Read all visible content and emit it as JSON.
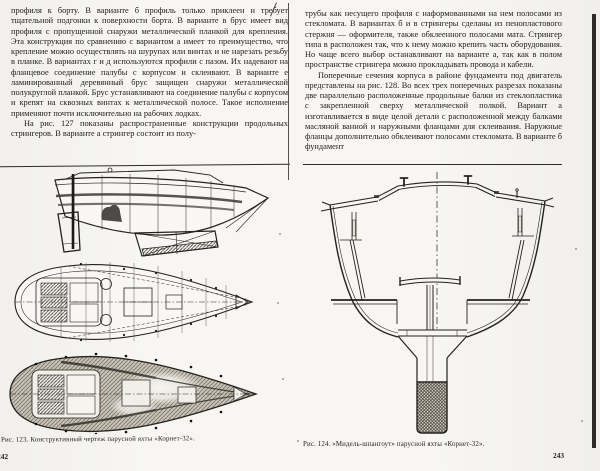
{
  "document": {
    "kind": "scanned book spread",
    "language": "ru"
  },
  "colors": {
    "paper": "#f7f6f2",
    "ink": "#1e1c1a",
    "rule": "#2e2c29",
    "hatch": "#3c362f"
  },
  "left_page": {
    "paragraphs": [
      "профиля к борту. В варианте б профиль только приклеен и требует тщательной подгонки к поверхности борта. В варианте в брус имеет вид профиля с пропущенной снаружи металлической планкой для крепления. Эта конструкция по сравнению с вариантом а имеет то преимущество, что крепление можно осуществлять на шурупах или винтах и не нарезать резьбу в планке. В вариантах г и д используются профили с пазом. Их надевают на фланцевое соединение палубы с корпусом и склеивают. В варианте е ламинированный деревянный брус защищен снаружи металлической полукруглой планкой. Брус устанавливают на соединение палубы с корпусом и крепят на сквозных винтах к металлической полосе. Такое исполнение применяют почти исключительно на рабочих лодках.",
      "На рис. 127 показаны распространенные конструкции продольных стрингеров. В варианте а стрингер состоит из полу-"
    ],
    "figure_caption": "Рис. 123. Конструктивный чертеж парусной яхты «Корнет-32».",
    "page_number": "242"
  },
  "right_page": {
    "paragraphs": [
      "трубы как несущего профиля с наформованными на нем полосами из стекломата. В вариантах б и в стрингеры сделаны из пенопластового стержня — оформителя, также обклеенного полосами мата. Стрингер типа в расположен так, что к нему можно крепить часть оборудования. Но чаще всего выбор останавливают на варианте а, так как в полом пространстве стрингера можно прокладывать провода и кабели.",
      "Поперечные сечения корпуса в районе фундамента под двигатель представлены на рис. 128. Во всех трех поперечных разрезах показаны две параллельно расположенные продольные балки из стеклопластика с закрепленной сверху металлической полкой. Вариант а изготавливается в виде целой детали с расположенной между балками масляной ванной и наружными фланцами для склеивания. Наружные фланцы дополнительно обклеивают полосами стекломата. В варианте б фундамент"
    ],
    "figure_caption": "Рис. 124. «Мидель-шпангоут» парусной яхты «Корнет-32».",
    "page_number": "243"
  }
}
